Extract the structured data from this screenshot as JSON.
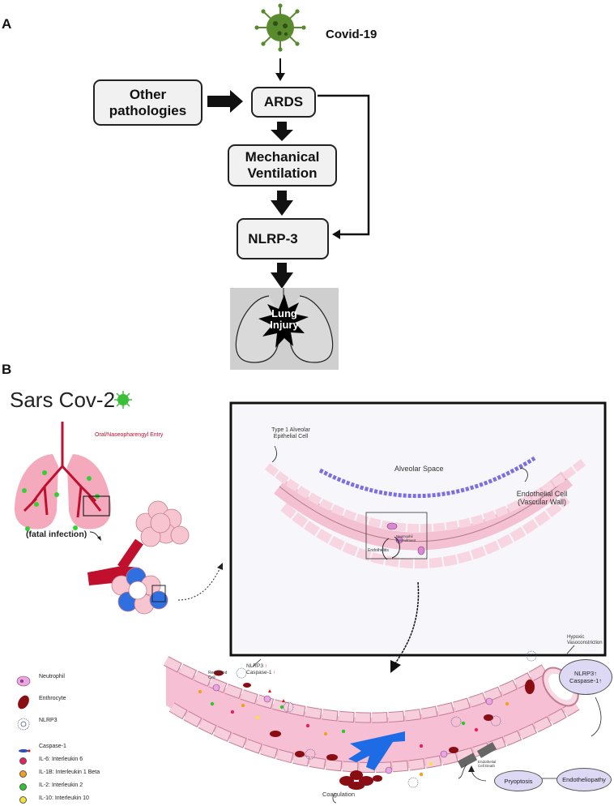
{
  "panel_a": {
    "letter": "A",
    "virus_label": "Covid-19",
    "other_pathologies": "Other pathologies",
    "ards": "ARDS",
    "mechanical_ventilation": "Mechanical Ventilation",
    "nlrp3": "NLRP-3",
    "lung_injury": "Lung Injury"
  },
  "panel_b": {
    "letter": "B",
    "title": "Sars Cov-2",
    "entry_label": "Oral/Naseopharengyl Entry",
    "fatal_infection": "(fatal infection)",
    "inset": {
      "type1_cell": "Type 1 Alveolar Epithelial Cell",
      "alveolar_space": "Alveolar Space",
      "endothelial_cell": "Endothelial Cell (Vascular Wall)",
      "neutrophil_recruitment": "Neutrophil Recruitment",
      "endothelitis": "Endothelitis"
    },
    "vessel": {
      "red_blood_cell": "Red Blood Cell",
      "nlrp3_up": "NLRP3",
      "caspase_up": "Caspase-1",
      "hypoxic": "Hypoxic Vasoconstriction",
      "coagulation": "Coagulation",
      "endothelial_death": "Endothelial Cell Death"
    },
    "cycle": {
      "top_line1": "NLRP3",
      "top_line2": "Caspase-1",
      "pyroptosis": "Pryoptosis",
      "endotheliopathy": "Endotheliopathy"
    },
    "legend": [
      {
        "icon": "neutrophil-icon",
        "label": "Neutrophil"
      },
      {
        "icon": "erythrocyte-icon",
        "label": "Enthrocyte"
      },
      {
        "icon": "nlrp3-icon",
        "label": "NLRP3"
      },
      {
        "icon": "caspase-icon",
        "label": "Caspase-1"
      },
      {
        "icon": "il6-dot",
        "label": "IL-6: Interleukin 6",
        "color": "#e0245e"
      },
      {
        "icon": "il1b-dot",
        "label": "IL-1B: Interleukin 1 Beta",
        "color": "#f3a021"
      },
      {
        "icon": "il2-dot",
        "label": "IL-2: Interleukin 2",
        "color": "#2ec52e"
      },
      {
        "icon": "il10-dot",
        "label": "IL-10: Interleukin 10",
        "color": "#f5e23a"
      }
    ]
  },
  "colors": {
    "virus": "#5a8a2e",
    "vessel_pink": "#f6bfd4",
    "cell_wall": "#f9d3df",
    "erythrocyte": "#8a0d13",
    "clot": "#1e6be6",
    "oval_fill": "#ddd9f5"
  }
}
